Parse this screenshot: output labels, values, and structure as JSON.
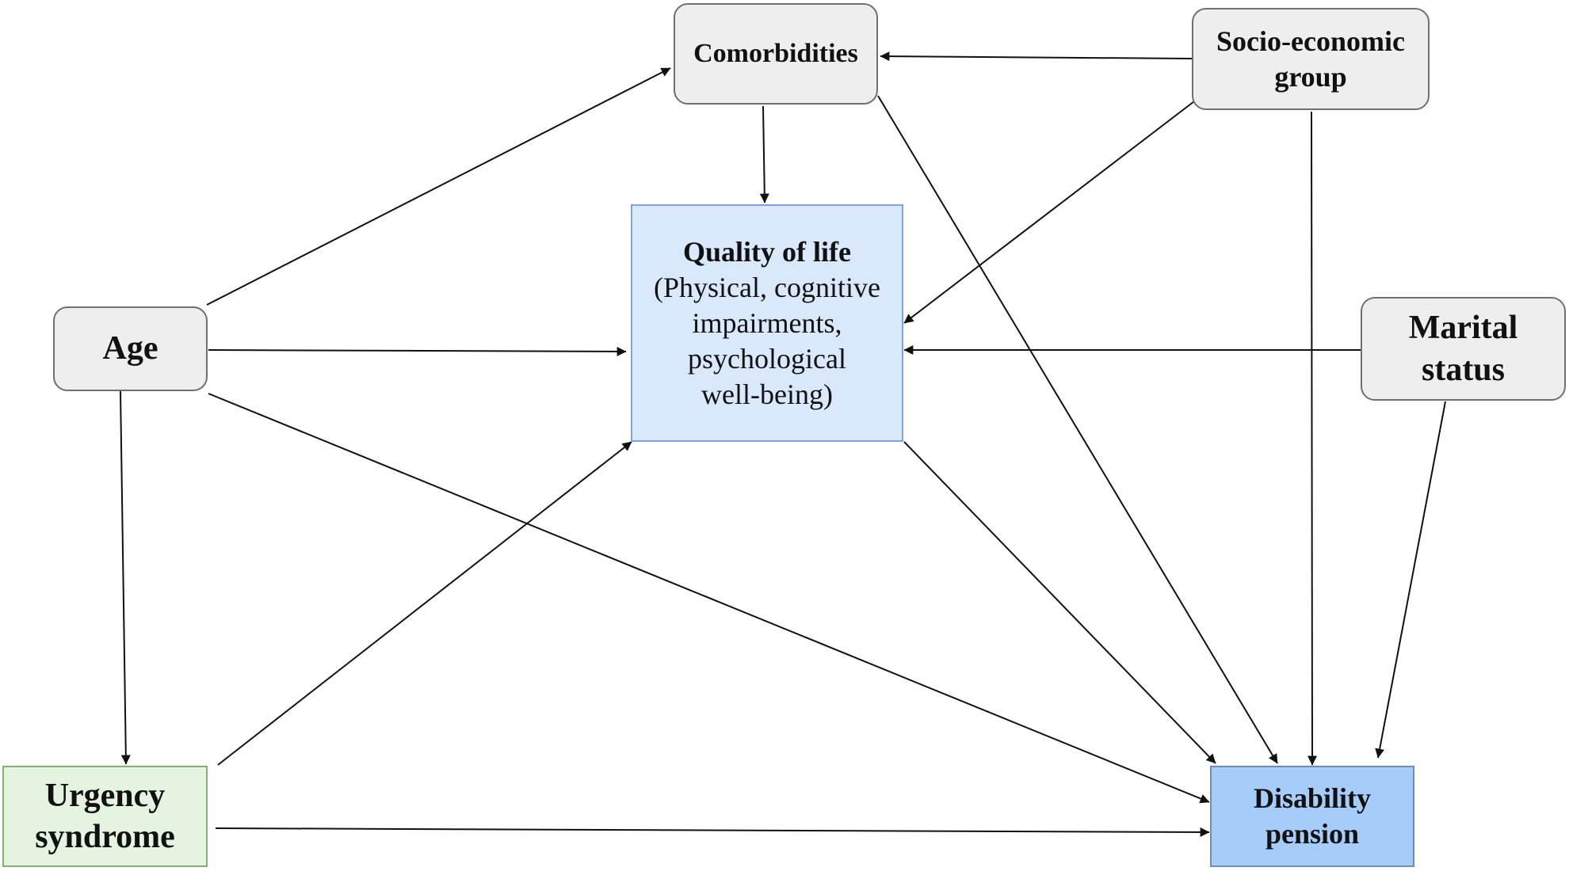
{
  "nodes": {
    "comorbidities": {
      "label": "Comorbidities"
    },
    "socio_economic": {
      "line1": "Socio-economic",
      "line2": "group"
    },
    "quality_of_life": {
      "title": "Quality of life",
      "line1": "(Physical, cognitive",
      "line2": "impairments,",
      "line3": "psychological",
      "line4": "well-being)"
    },
    "age": {
      "label": "Age"
    },
    "marital_status": {
      "line1": "Marital",
      "line2": "status"
    },
    "urgency_syndrome": {
      "line1": "Urgency",
      "line2": "syndrome"
    },
    "disability_pension": {
      "line1": "Disability",
      "line2": "pension"
    }
  },
  "colors": {
    "context_node_fill": "#eeeeee",
    "quality_of_life_fill": "#dae8fc",
    "disability_pension_fill": "#a6cdfa",
    "urgency_syndrome_fill": "#e4f4e1",
    "edge": "#111111"
  },
  "edges": [
    {
      "from": "age",
      "to": "comorbidities"
    },
    {
      "from": "age",
      "to": "quality_of_life"
    },
    {
      "from": "age",
      "to": "urgency_syndrome"
    },
    {
      "from": "age",
      "to": "disability_pension"
    },
    {
      "from": "socio_economic",
      "to": "comorbidities"
    },
    {
      "from": "socio_economic",
      "to": "quality_of_life"
    },
    {
      "from": "socio_economic",
      "to": "disability_pension"
    },
    {
      "from": "comorbidities",
      "to": "quality_of_life"
    },
    {
      "from": "comorbidities",
      "to": "disability_pension"
    },
    {
      "from": "marital_status",
      "to": "quality_of_life"
    },
    {
      "from": "marital_status",
      "to": "disability_pension"
    },
    {
      "from": "quality_of_life",
      "to": "disability_pension"
    },
    {
      "from": "urgency_syndrome",
      "to": "quality_of_life"
    },
    {
      "from": "urgency_syndrome",
      "to": "disability_pension"
    }
  ]
}
